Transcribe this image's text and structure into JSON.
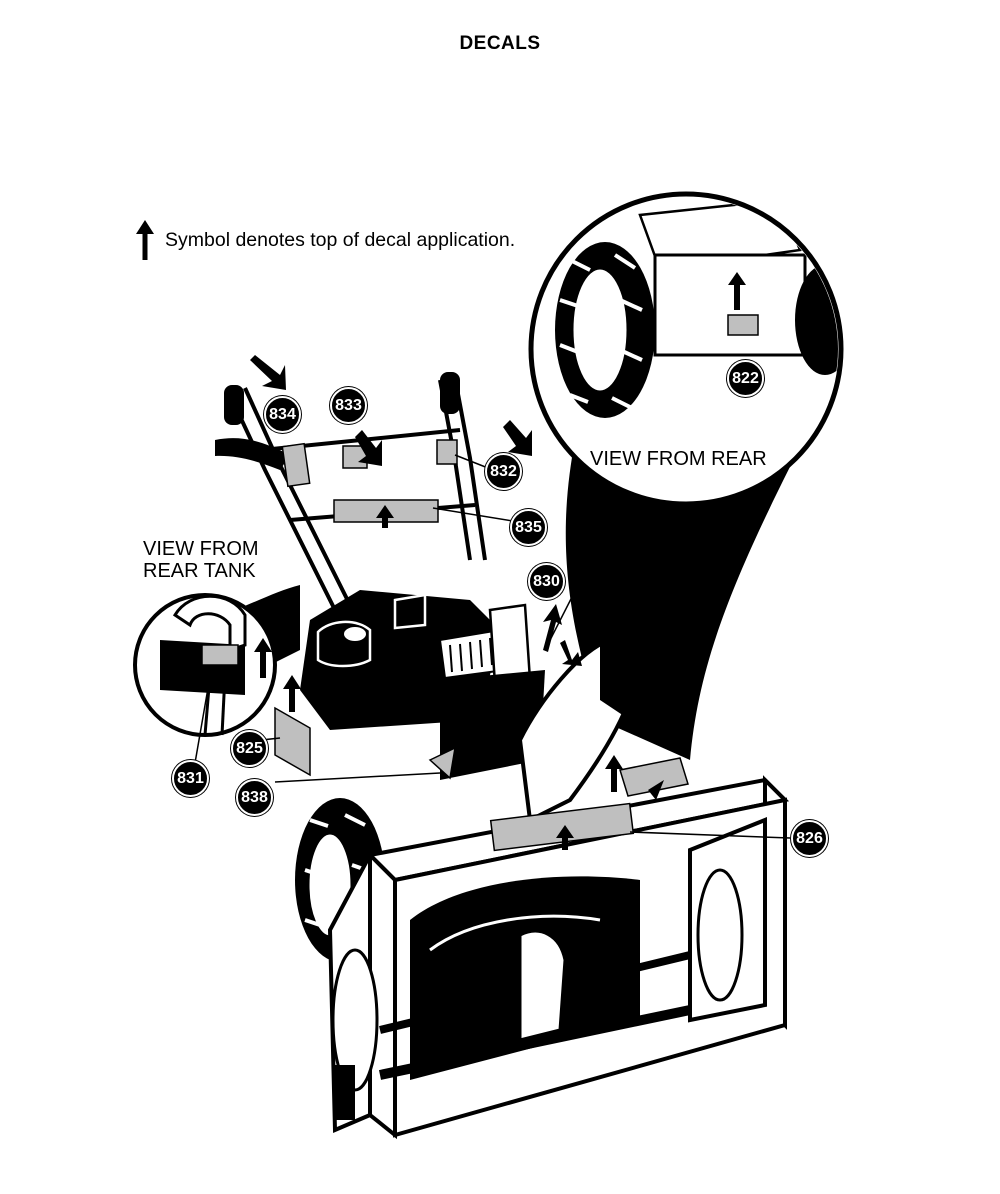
{
  "header": {
    "title": "DECALS"
  },
  "legend": {
    "text": "Symbol denotes top of decal application.",
    "icon": "up-arrow-icon"
  },
  "views": {
    "rear": "VIEW FROM REAR",
    "rear_tank_line1": "VIEW FROM",
    "rear_tank_line2": "REAR TANK"
  },
  "callouts": {
    "c822": "822",
    "c825": "825",
    "c826": "826",
    "c830": "830",
    "c831": "831",
    "c832": "832",
    "c833": "833",
    "c834": "834",
    "c835": "835",
    "c838": "838"
  },
  "colors": {
    "ink": "#000000",
    "paper": "#ffffff",
    "decal": "#bfbfbf"
  }
}
